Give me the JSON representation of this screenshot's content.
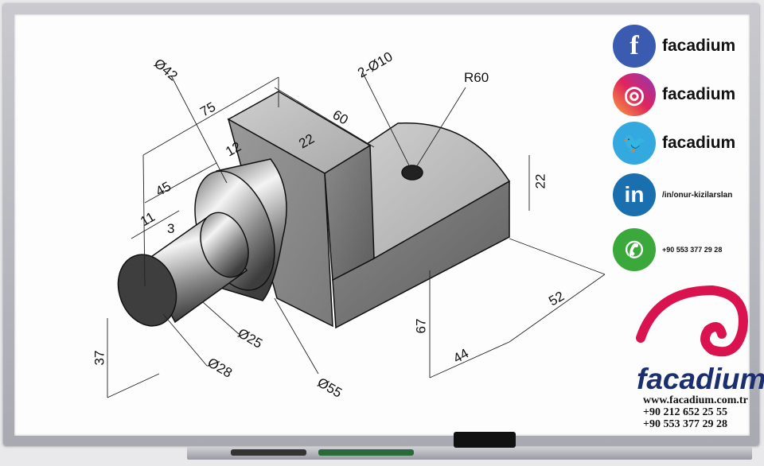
{
  "dimensions": {
    "d42": "Ø42",
    "l75": "75",
    "l60": "60",
    "holes": "2-Ø10",
    "r60": "R60",
    "l12": "12",
    "l22a": "22",
    "l45": "45",
    "l22b": "22",
    "l11": "11",
    "l3": "3",
    "l52": "52",
    "l67": "67",
    "l44": "44",
    "l37": "37",
    "d25": "Ø25",
    "d28": "Ø28",
    "d55": "Ø55"
  },
  "social": [
    {
      "icon": "facebook-icon",
      "label": "facadium",
      "color": "#3b5bb0"
    },
    {
      "icon": "instagram-icon",
      "label": "facadium",
      "color": "#d6336c"
    },
    {
      "icon": "twitter-icon",
      "label": "facadium",
      "color": "#34a9e0"
    },
    {
      "icon": "linkedin-icon",
      "label": "/in/onur-kizilarslan",
      "color": "#1a6fae"
    },
    {
      "icon": "whatsapp-icon",
      "label": "+90 553 377 29 28",
      "color": "#3aa83a"
    }
  ],
  "brand": {
    "name": "facadium",
    "website": "www.facadium.com.tr",
    "phone1": "+90 212 652 25 55",
    "phone2": "+90 553 377 29 28",
    "accent": "#d8134f",
    "text_color": "#1b2f6e"
  },
  "icons": {
    "fb": "f",
    "ig": "◎",
    "tw": "🐦",
    "li": "in",
    "wa": "✆"
  }
}
